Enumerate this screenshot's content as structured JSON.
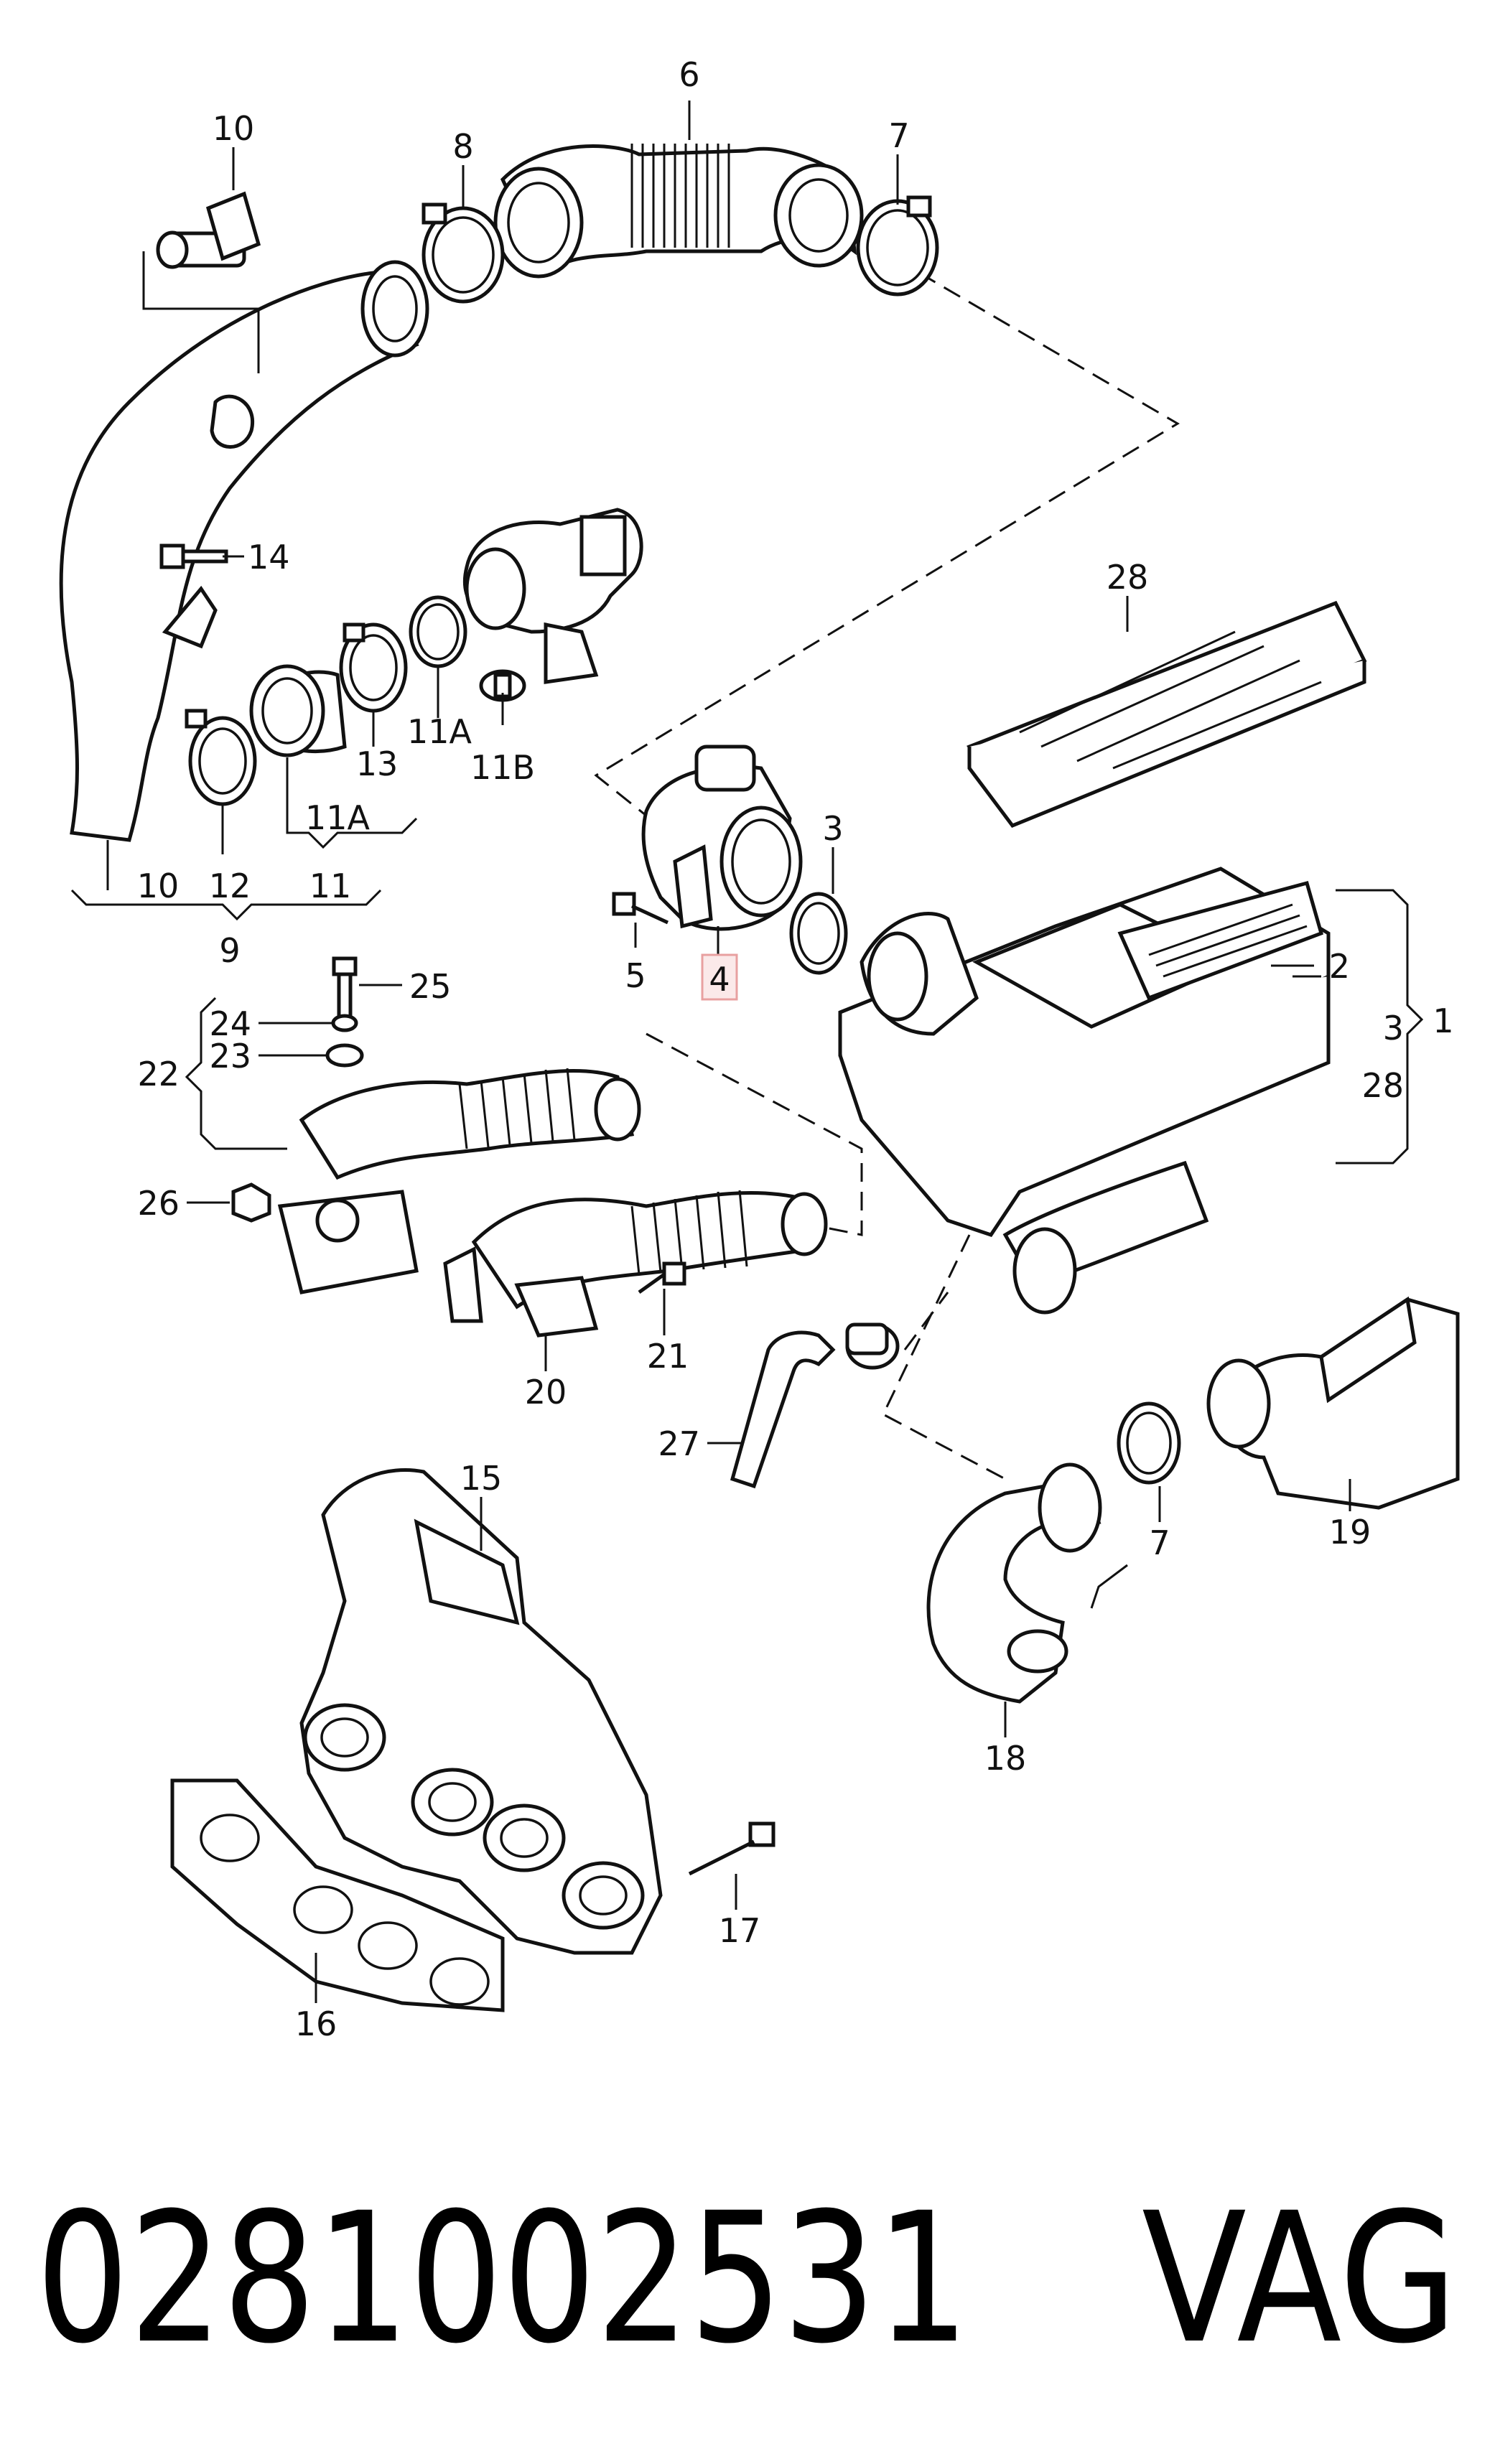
{
  "callouts": {
    "n1": "1",
    "n2": "2",
    "n3": "3",
    "n3b": "3",
    "n4": "4",
    "n5": "5",
    "n6": "6",
    "n7a": "7",
    "n7b": "7",
    "n8": "8",
    "n9": "9",
    "n10a": "10",
    "n10b": "10",
    "n11": "11",
    "n11a1": "11A",
    "n11a2": "11A",
    "n11b": "11B",
    "n12": "12",
    "n13": "13",
    "n14": "14",
    "n15": "15",
    "n16": "16",
    "n17": "17",
    "n18": "18",
    "n19": "19",
    "n20": "20",
    "n21": "21",
    "n22": "22",
    "n23": "23",
    "n24": "24",
    "n25": "25",
    "n26": "26",
    "n27": "27",
    "n28a": "28",
    "n28b": "28"
  },
  "caption": {
    "part_number": "0281002531",
    "brand": "VAG"
  },
  "colors": {
    "line": "#111111",
    "highlight_border": "#e8a0a0",
    "highlight_fill": "#fbe9e9"
  }
}
